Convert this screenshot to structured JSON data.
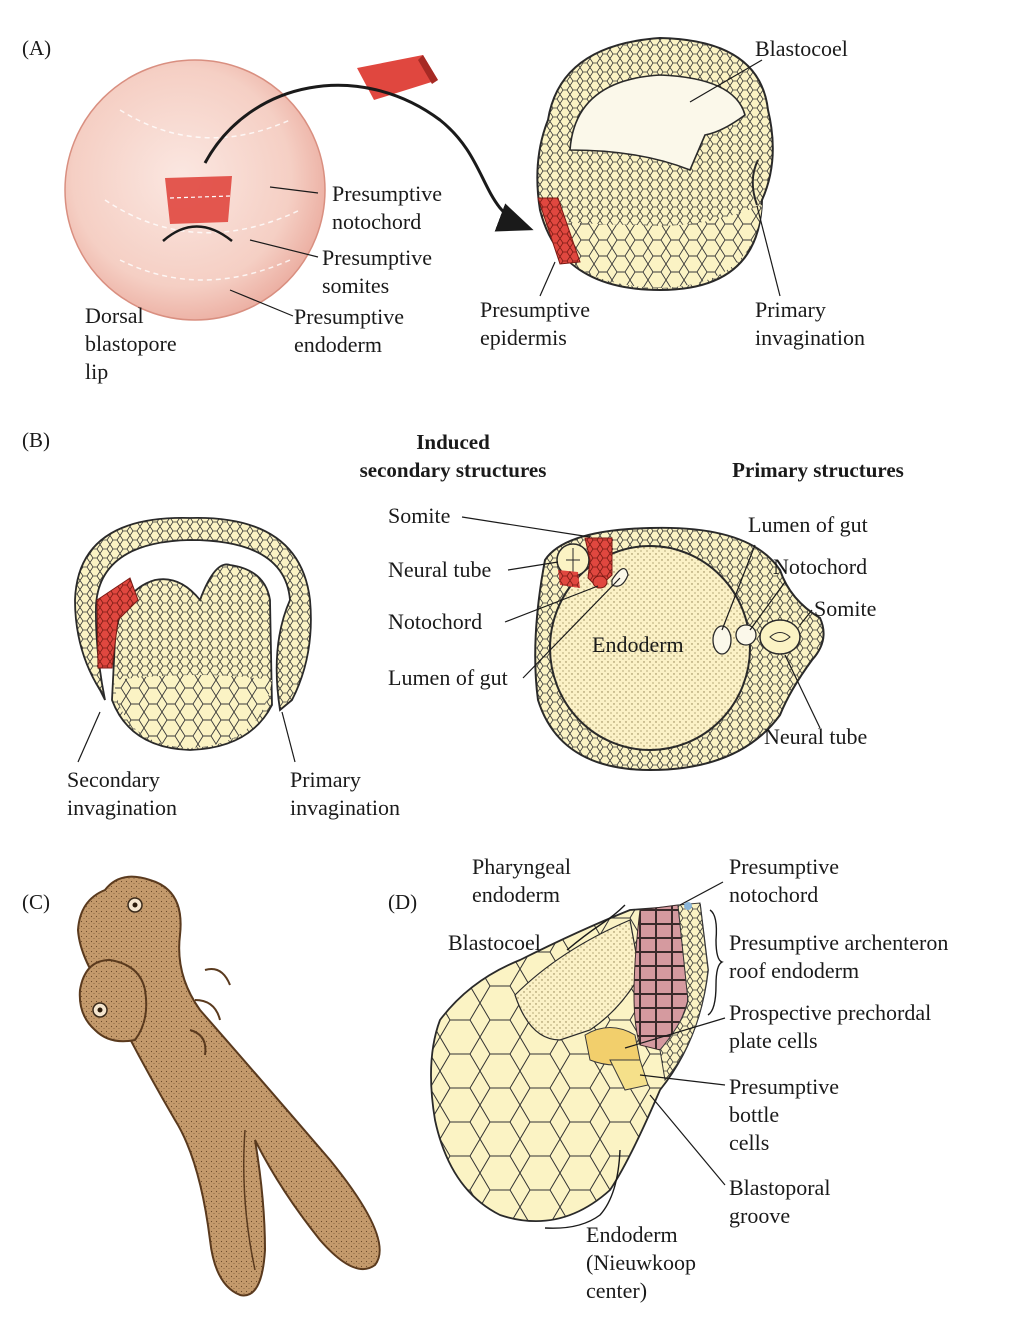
{
  "panels": {
    "A": {
      "letter": "(A)",
      "blastocoel": "Blastocoel",
      "pres_notochord": "Presumptive\nnotochord",
      "pres_somites": "Presumptive\nsomites",
      "pres_endoderm": "Presumptive\nendoderm",
      "dorsal_lip": "Dorsal\nblastopore\nlip",
      "pres_epidermis": "Presumptive\nepidermis",
      "primary_invagination": "Primary\ninvagination"
    },
    "B": {
      "letter": "(B)",
      "hdr_induced": "Induced\nsecondary structures",
      "hdr_primary": "Primary structures",
      "somite_left": "Somite",
      "neural_tube_left": "Neural tube",
      "notochord_left": "Notochord",
      "lumen_left": "Lumen of gut",
      "endoderm": "Endoderm",
      "lumen_right": "Lumen of gut",
      "notochord_right": "Notochord",
      "somite_right": "Somite",
      "neural_tube_right": "Neural tube",
      "secondary_invagination": "Secondary\ninvagination",
      "primary_invagination": "Primary\ninvagination"
    },
    "C": {
      "letter": "(C)"
    },
    "D": {
      "letter": "(D)",
      "pharyngeal": "Pharyngeal\nendoderm",
      "blastocoel": "Blastocoel",
      "pres_notochord": "Presumptive\nnotochord",
      "pres_archenteron": "Presumptive archenteron\nroof endoderm",
      "prechordal": "Prospective prechordal\nplate cells",
      "bottle": "Presumptive\nbottle\ncells",
      "groove": "Blastoporal\ngroove",
      "endoderm": "Endoderm\n(Nieuwkoop\ncenter)"
    }
  },
  "colors": {
    "embryo_pink": "#f6d3c9",
    "graft_red": "#e0473f",
    "cell_yellow": "#fbf3c4",
    "cell_outline": "#2a2a2a",
    "notochord_mauve": "#d59a9f",
    "prechordal_gold": "#f2cf6c",
    "tadpole_brown": "#c49a6c"
  }
}
